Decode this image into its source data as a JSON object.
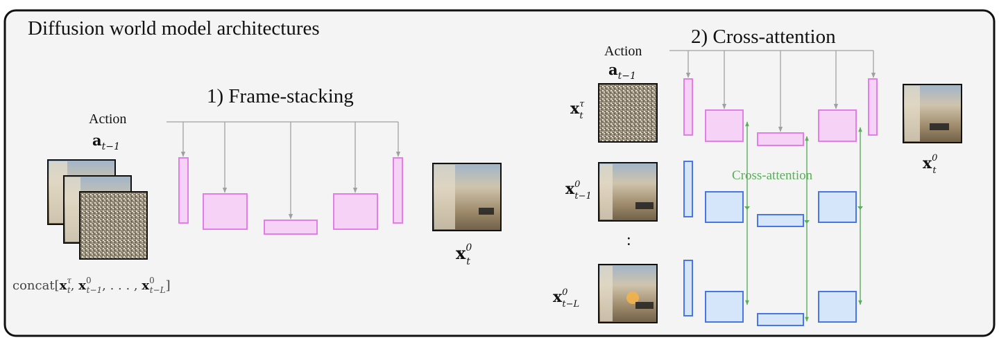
{
  "title": "Diffusion world model architectures",
  "frame_stacking": {
    "heading": "1) Frame-stacking",
    "action_word": "Action",
    "action_symbol": "a",
    "action_sub": "t−1",
    "input_label": {
      "prefix": "concat[",
      "t1_base": "x",
      "t1_sup": "τ",
      "t1_sub": "t",
      "sep1": ", ",
      "t2_base": "x",
      "t2_sup": "0",
      "t2_sub": "t−1",
      "sep2": ", . . . , ",
      "t3_base": "x",
      "t3_sup": "0",
      "t3_sub": "t−L",
      "suffix": "]"
    },
    "output": {
      "base": "x",
      "sup": "0",
      "sub": "t"
    }
  },
  "cross_attention": {
    "heading": "2) Cross-attention",
    "action_word": "Action",
    "action_symbol": "a",
    "action_sub": "t−1",
    "noisy_input": {
      "base": "x",
      "sup": "τ",
      "sub": "t"
    },
    "context_1": {
      "base": "x",
      "sup": "0",
      "sub": "t−1"
    },
    "ellipsis": ":",
    "context_L": {
      "base": "x",
      "sup": "0",
      "sub": "t−L"
    },
    "output": {
      "base": "x",
      "sup": "0",
      "sub": "t"
    },
    "annotation": "Cross-attention"
  },
  "colors": {
    "border": "#111111",
    "panel_bg": "#f4f4f4",
    "pink_fill": "#f6d3f6",
    "pink_stroke": "#e27fe6",
    "blue_fill": "#d5e6fa",
    "blue_stroke": "#4876e8",
    "green": "#5aae5a",
    "gray_arrow": "#a0a0a0",
    "sand": "#b5a283",
    "wall": "#cfc4ad",
    "sky": "#9fb4c9"
  }
}
